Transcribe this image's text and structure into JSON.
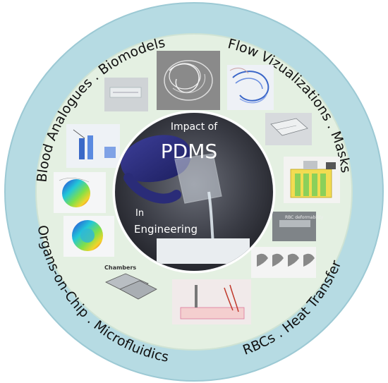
{
  "ring_labels": {
    "top_left": "Blood Analogues . Biomodels",
    "top_right": "Flow Vizualizations . Masks",
    "bottom_left": "Organs-on-Chip . Microfluidics",
    "bottom_right": "RBCs . Heat Transfer"
  },
  "center": {
    "line1": "Impact of",
    "line2": "PDMS",
    "line3": "In",
    "line4": "Engineering"
  },
  "thumb_labels": {
    "chambers": "Chambers",
    "rbc": "RBC deformability"
  },
  "colors": {
    "outer_ring": "#b6dbe3",
    "inner_disc": "#e4f0e2",
    "ring_border": "#9cc9d4"
  }
}
